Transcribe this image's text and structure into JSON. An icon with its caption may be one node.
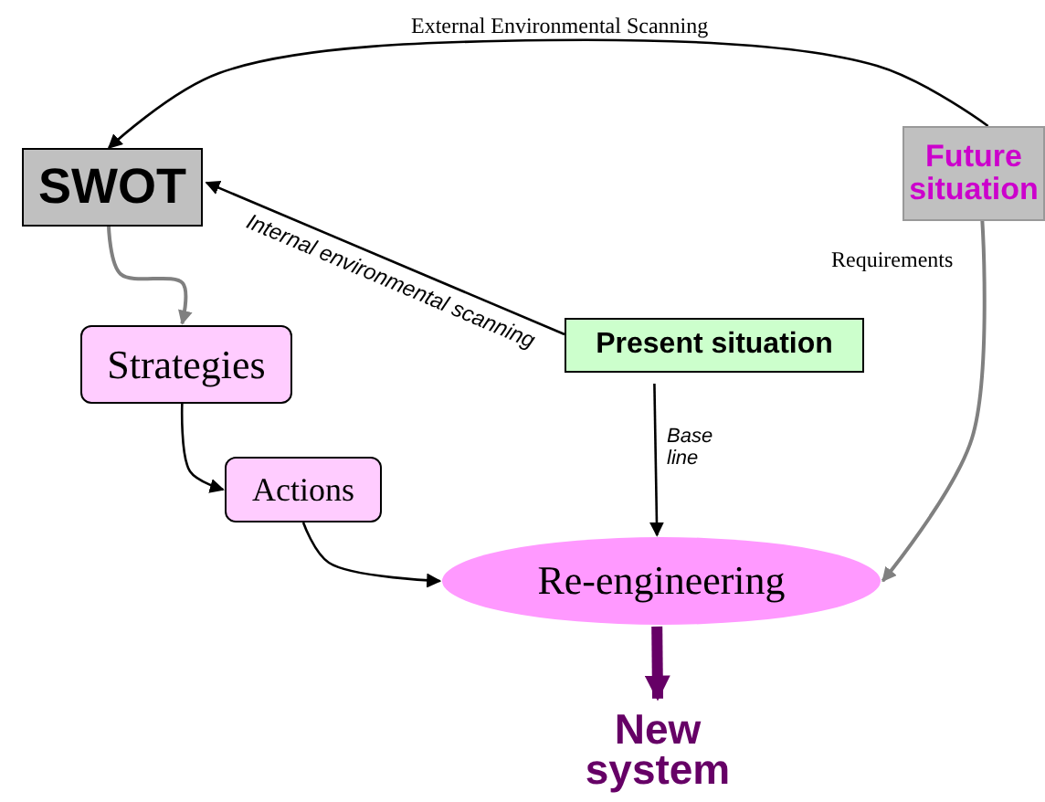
{
  "diagram": {
    "nodes": [
      {
        "text": [
          "SWOT"
        ]
      },
      {
        "text": [
          "Future situation"
        ]
      },
      {
        "text": [
          "Strategies"
        ]
      },
      {
        "text": [
          "Present situation"
        ]
      },
      {
        "text": [
          "Actions"
        ]
      },
      {
        "text": [
          "Re-engineering"
        ]
      },
      {
        "text": [
          "New system"
        ]
      }
    ],
    "edges": [
      {
        "from": 1,
        "to": 0,
        "arrow": "to",
        "label": "External Environmental Scanning"
      },
      {
        "from": 3,
        "to": 0,
        "arrow": "to",
        "label": "Internal environmental scanning"
      },
      {
        "from": 0,
        "to": 2,
        "arrow": "to",
        "color": "#808080"
      },
      {
        "from": 2,
        "to": 4,
        "arrow": "to"
      },
      {
        "from": 4,
        "to": 5,
        "arrow": "to"
      },
      {
        "from": 3,
        "to": 5,
        "arrow": "to",
        "label": "Base line"
      },
      {
        "from": 1,
        "to": 5,
        "arrow": "to",
        "label": "Requirements",
        "color": "#808080"
      },
      {
        "from": 5,
        "to": 6,
        "arrow": "to",
        "style": "thick",
        "color": "#660066"
      }
    ]
  }
}
